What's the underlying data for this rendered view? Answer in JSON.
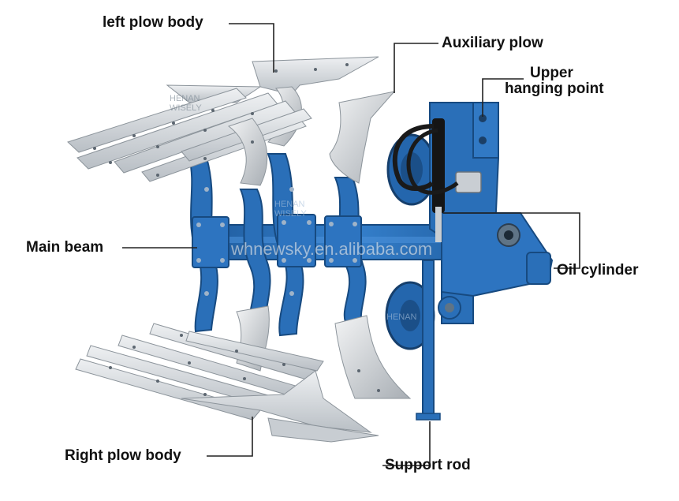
{
  "labels": {
    "left_plow_body": "left plow body",
    "auxiliary_plow": "Auxiliary plow",
    "upper_hanging_point_line1": "Upper",
    "upper_hanging_point_line2": "hanging point",
    "main_beam": "Main beam",
    "oil_cylinder": "Oil cylinder",
    "right_plow_body": "Right plow body",
    "support_rod": "Support rod"
  },
  "watermarks": {
    "site": "whnewsky.en.alibaba.com",
    "brand_line1": "HENAN",
    "brand_line2": "WISELY"
  },
  "colors": {
    "frame_blue": "#2a6fb8",
    "frame_blue_dark": "#1d4f88",
    "blade_silver": "#dcdfe2",
    "blade_shadow": "#aab0b6",
    "hose_black": "#1a1a1a",
    "label_text": "#111111",
    "leader_line": "#222222"
  }
}
